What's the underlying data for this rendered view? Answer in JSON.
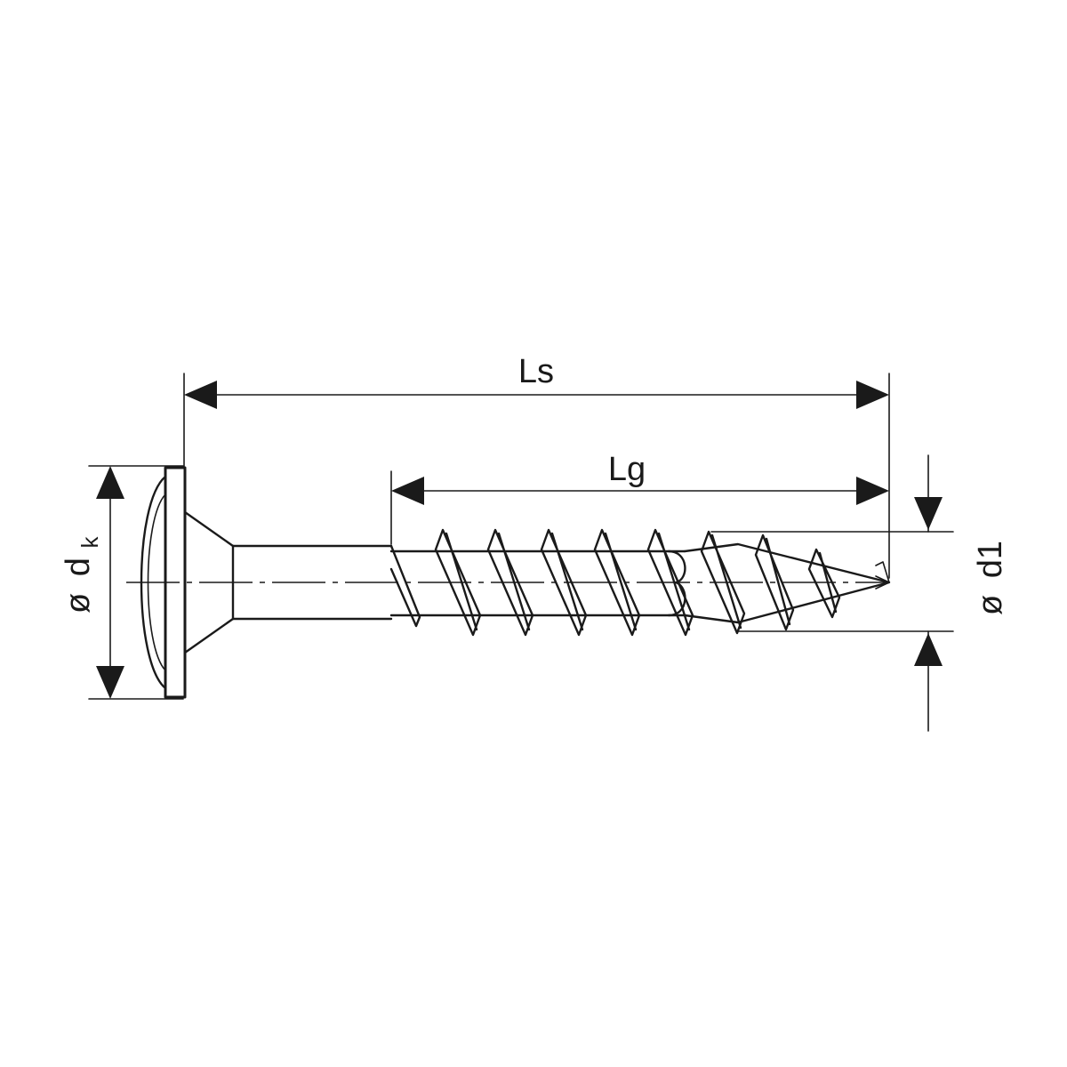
{
  "dimensions": {
    "ls": {
      "label": "Ls"
    },
    "lg": {
      "label": "Lg"
    },
    "dk": {
      "symbol": "ø",
      "label": "d",
      "subscript": "k"
    },
    "d1": {
      "symbol": "ø",
      "label": "d1"
    }
  },
  "colors": {
    "line": "#1a1a1a",
    "background": "#ffffff"
  }
}
